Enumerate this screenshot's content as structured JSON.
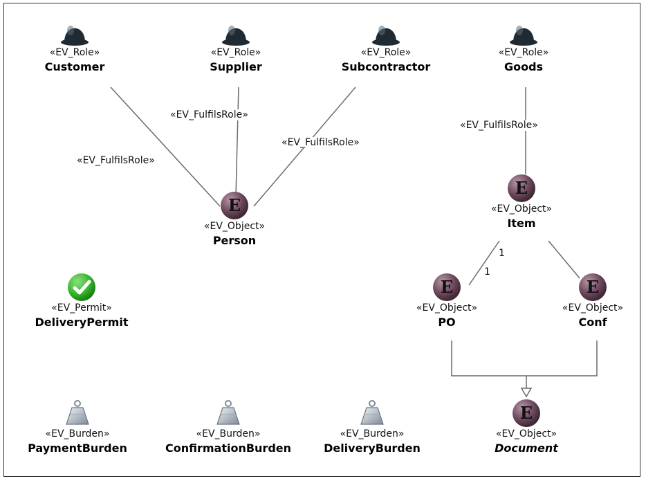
{
  "nodes": {
    "customer": {
      "stereotype": "«EV_Role»",
      "name": "Customer",
      "icon": "bowler-hat-icon"
    },
    "supplier": {
      "stereotype": "«EV_Role»",
      "name": "Supplier",
      "icon": "bowler-hat-icon"
    },
    "subcontractor": {
      "stereotype": "«EV_Role»",
      "name": "Subcontractor",
      "icon": "bowler-hat-icon"
    },
    "goods": {
      "stereotype": "«EV_Role»",
      "name": "Goods",
      "icon": "bowler-hat-icon"
    },
    "person": {
      "stereotype": "«EV_Object»",
      "name": "Person",
      "icon": "entity-e-icon"
    },
    "item": {
      "stereotype": "«EV_Object»",
      "name": "Item",
      "icon": "entity-e-icon"
    },
    "po": {
      "stereotype": "«EV_Object»",
      "name": "PO",
      "icon": "entity-e-icon"
    },
    "conf": {
      "stereotype": "«EV_Object»",
      "name": "Conf",
      "icon": "entity-e-icon"
    },
    "document": {
      "stereotype": "«EV_Object»",
      "name": "Document",
      "icon": "entity-e-icon",
      "abstract": true
    },
    "delivery_permit": {
      "stereotype": "«EV_Permit»",
      "name": "DeliveryPermit",
      "icon": "green-check-icon"
    },
    "payment_burden": {
      "stereotype": "«EV_Burden»",
      "name": "PaymentBurden",
      "icon": "weight-icon"
    },
    "confirmation_burden": {
      "stereotype": "«EV_Burden»",
      "name": "ConfirmationBurden",
      "icon": "weight-icon"
    },
    "delivery_burden": {
      "stereotype": "«EV_Burden»",
      "name": "DeliveryBurden",
      "icon": "weight-icon"
    }
  },
  "edges": {
    "customer_person": "«EV_FulfilsRole»",
    "supplier_person": "«EV_FulfilsRole»",
    "subcontractor_person": "«EV_FulfilsRole»",
    "goods_item": "«EV_FulfilsRole»",
    "item_po_mult_item": "1",
    "item_po_mult_po": "1"
  },
  "colors": {
    "entity_fill": "#6e4a5e",
    "hat": "#1f2a33",
    "check_green": "#33b528",
    "line": "#6a6a6a"
  }
}
